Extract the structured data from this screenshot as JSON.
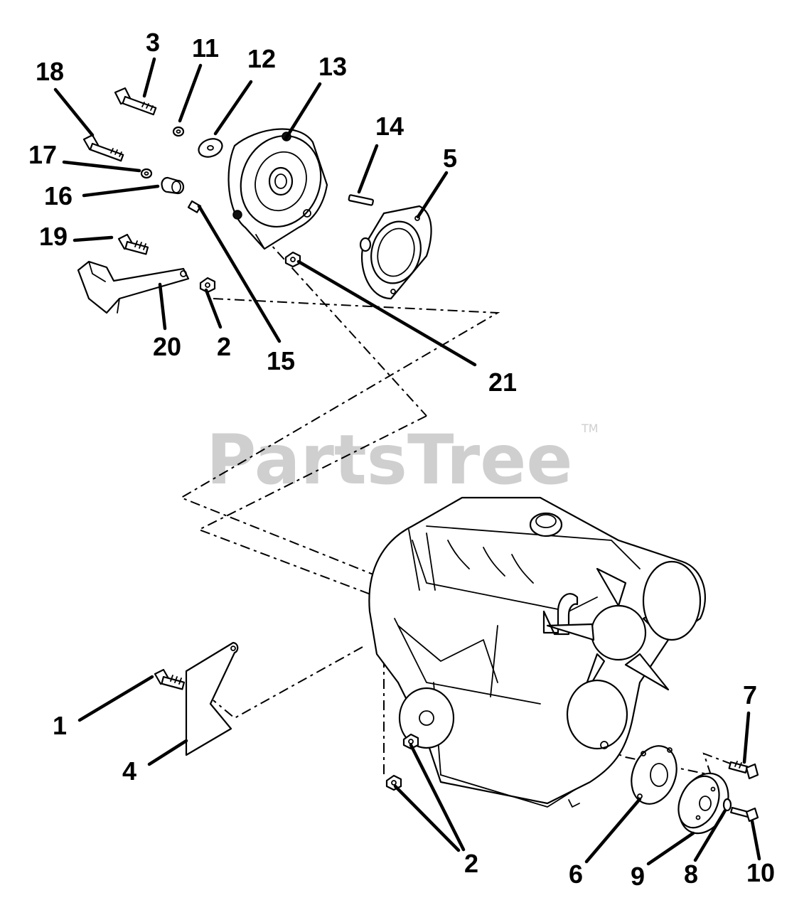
{
  "watermark": {
    "text": "PartsTree",
    "trademark": "TM"
  },
  "callouts": {
    "n1": "1",
    "n2a": "2",
    "n2b": "2",
    "n3": "3",
    "n4": "4",
    "n5": "5",
    "n6": "6",
    "n7": "7",
    "n8": "8",
    "n9": "9",
    "n10": "10",
    "n11": "11",
    "n12": "12",
    "n13": "13",
    "n14": "14",
    "n15": "15",
    "n16": "16",
    "n17": "17",
    "n18": "18",
    "n19": "19",
    "n20": "20",
    "n21": "21"
  },
  "colors": {
    "line": "#000000",
    "watermark": "#cfcfcf",
    "background": "#ffffff"
  }
}
